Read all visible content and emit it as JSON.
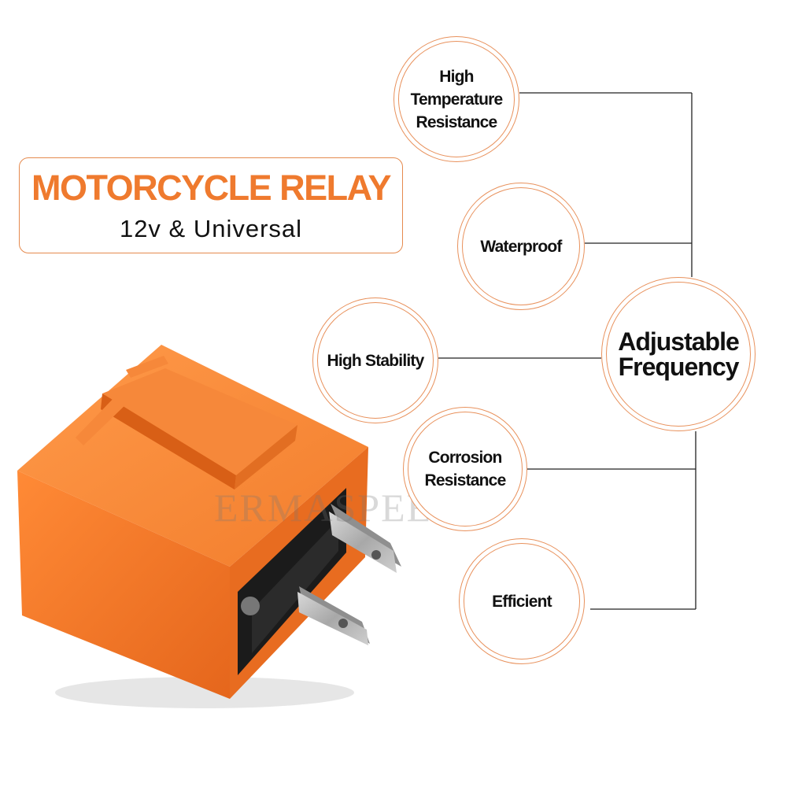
{
  "title": {
    "main": "MOTORCYCLE RELAY",
    "subtitle": "12v & Universal"
  },
  "features": {
    "high_temperature": "High\nTemperature\nResistance",
    "waterproof": "Waterproof",
    "high_stability": "High Stability",
    "adjustable_frequency": "Adjustable\nFrequency",
    "corrosion": "Corrosion\nResistance",
    "efficient": "Efficient"
  },
  "watermark": "ERMASPEED",
  "colors": {
    "accent": "#ef7a2e",
    "relay_body": "#f47b2a",
    "circle_border": "#e8915c",
    "connector_line": "#222222"
  },
  "product_image": "orange-motorcycle-relay-with-two-terminals"
}
